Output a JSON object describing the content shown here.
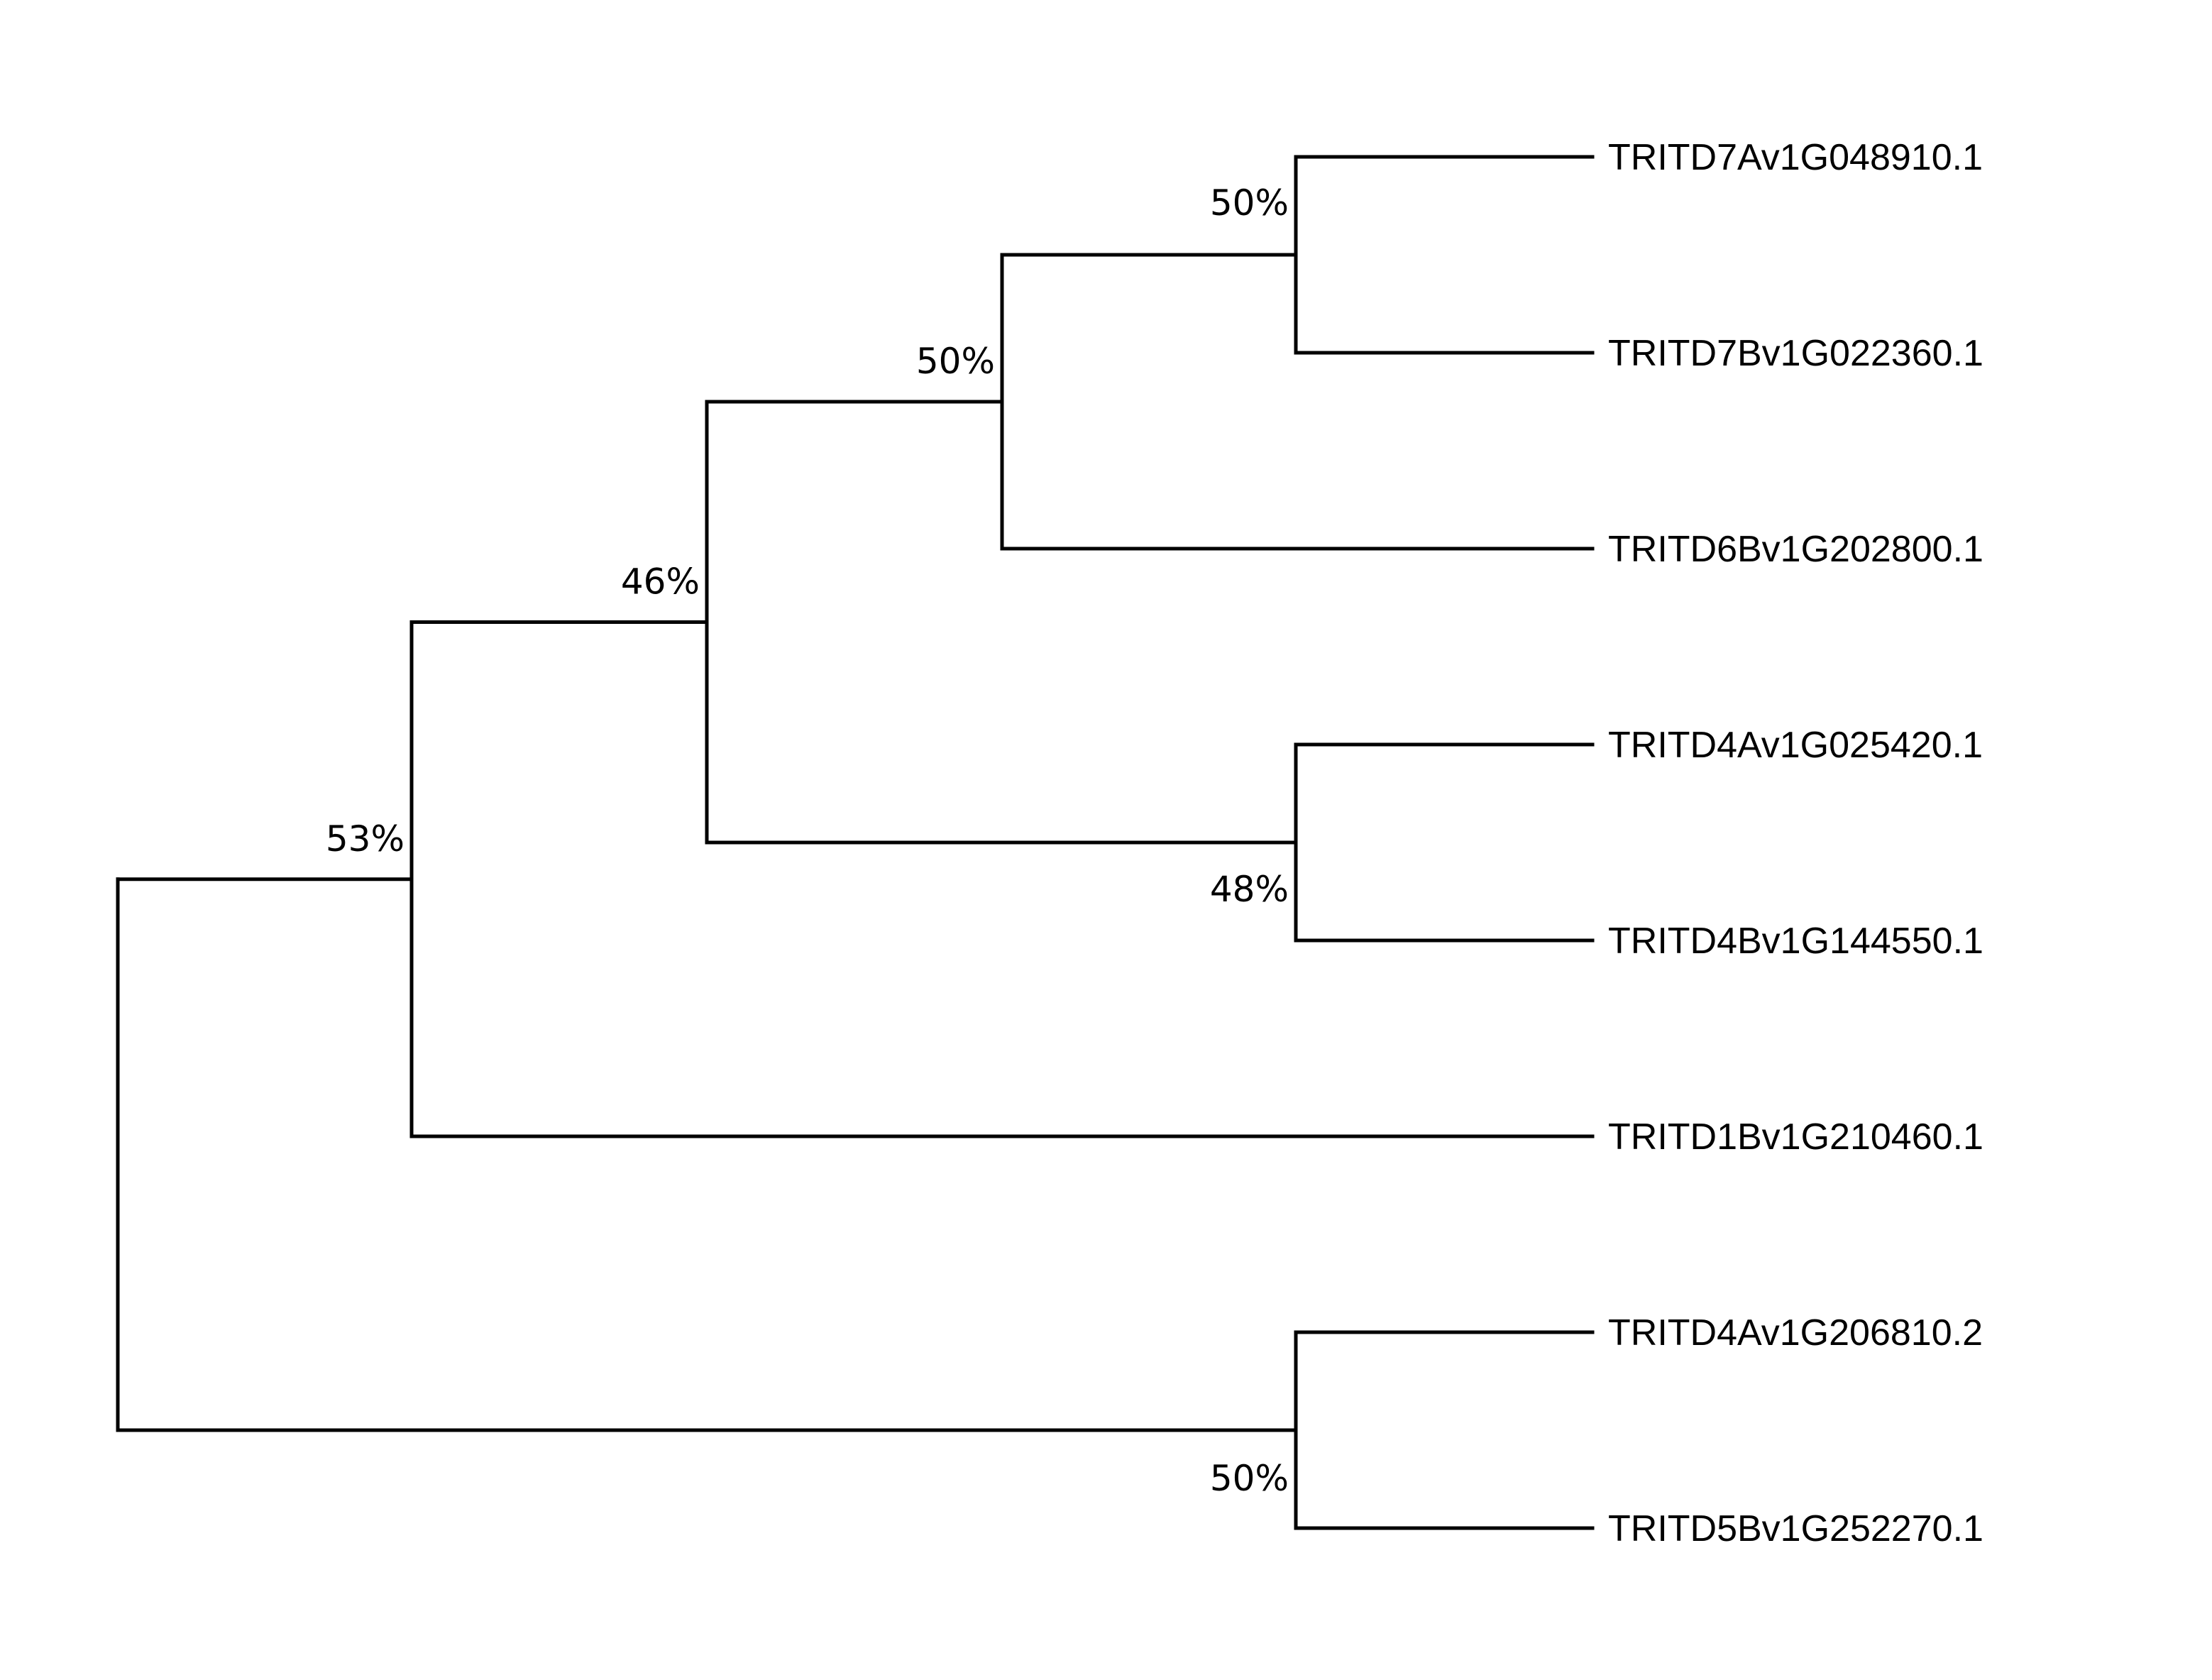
{
  "tree": {
    "leaves": [
      {
        "id": "L1",
        "label": "TRITD7Av1G048910.1"
      },
      {
        "id": "L2",
        "label": "TRITD7Bv1G022360.1"
      },
      {
        "id": "L3",
        "label": "TRITD6Bv1G202800.1"
      },
      {
        "id": "L4",
        "label": "TRITD4Av1G025420.1"
      },
      {
        "id": "L5",
        "label": "TRITD4Bv1G144550.1"
      },
      {
        "id": "L6",
        "label": "TRITD1Bv1G210460.1"
      },
      {
        "id": "L7",
        "label": "TRITD4Av1G206810.2"
      },
      {
        "id": "L8",
        "label": "TRITD5Bv1G252270.1"
      }
    ],
    "clades": [
      {
        "id": "c7A7B",
        "children": [
          "L1",
          "L2"
        ],
        "support": "50%"
      },
      {
        "id": "c7A7B6B",
        "children": [
          "c7A7B",
          "L3"
        ],
        "support": "50%"
      },
      {
        "id": "c4A4B",
        "children": [
          "L4",
          "L5"
        ],
        "support": "48%"
      },
      {
        "id": "c6group",
        "children": [
          "c7A7B6B",
          "c4A4B"
        ],
        "support": "46%"
      },
      {
        "id": "c1B",
        "children": [
          "c6group",
          "L6"
        ],
        "support": "53%"
      },
      {
        "id": "c4A5B",
        "children": [
          "L7",
          "L8"
        ],
        "support": "50%"
      },
      {
        "id": "root",
        "children": [
          "c1B",
          "c4A5B"
        ],
        "support": ""
      }
    ]
  }
}
